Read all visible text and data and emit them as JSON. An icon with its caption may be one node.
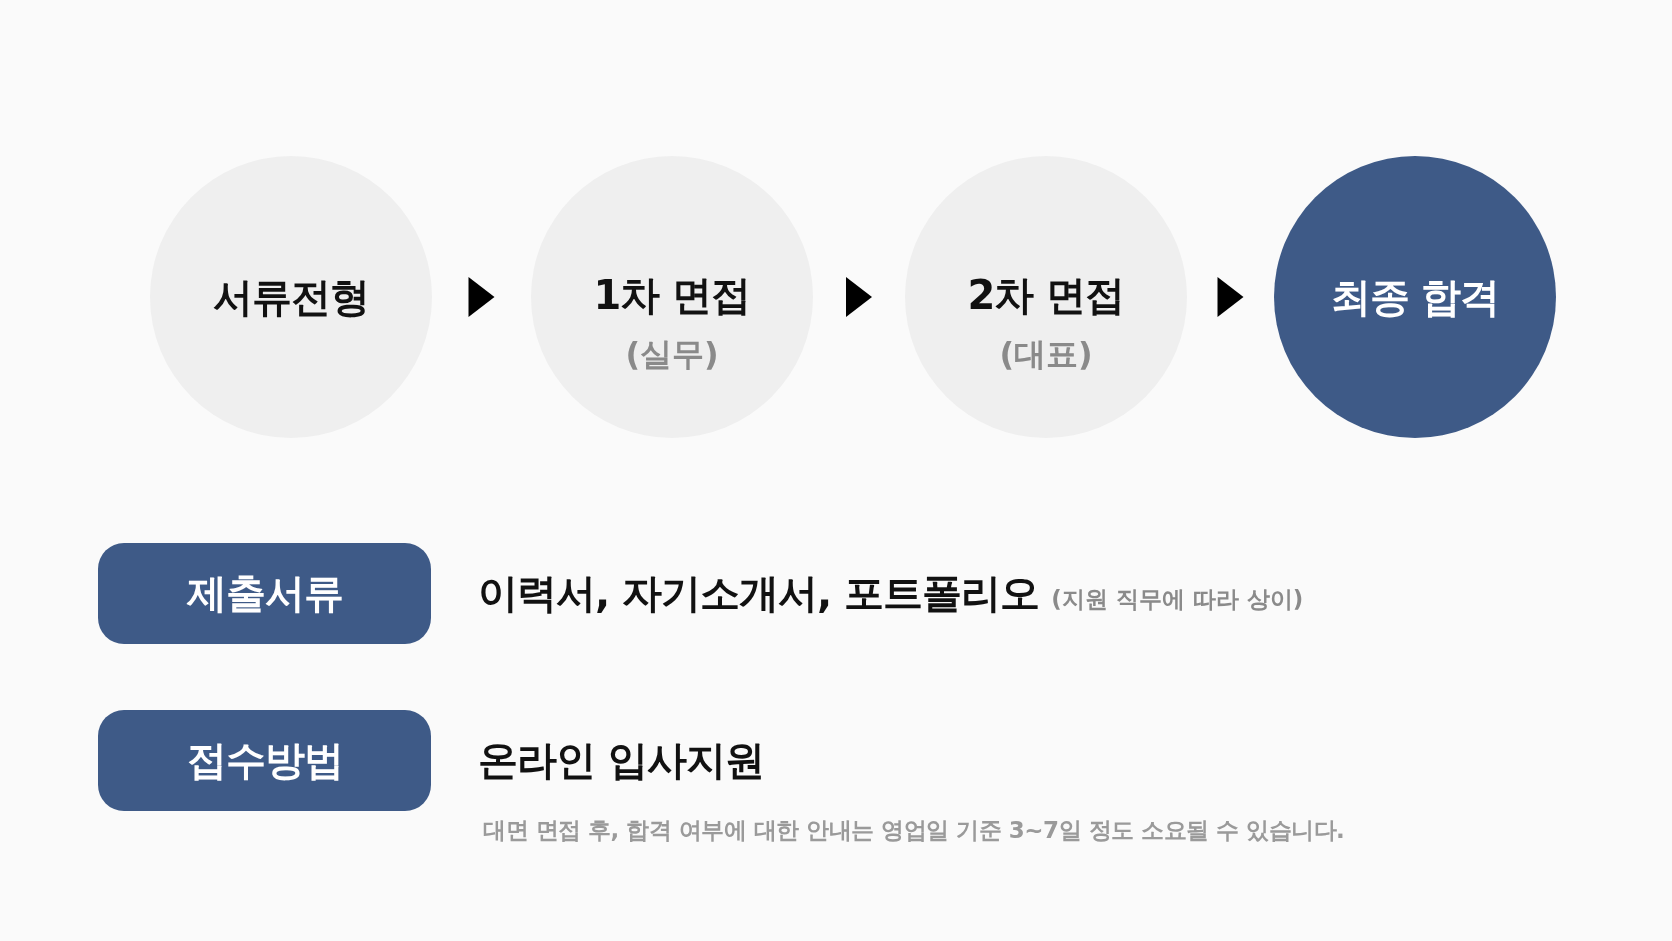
{
  "diagram": {
    "nodes": [
      {
        "text": [
          "서류전형"
        ]
      },
      {
        "text": [
          "1차 면접",
          "(실무)"
        ]
      },
      {
        "text": [
          "2차 면접",
          "(대표)"
        ]
      },
      {
        "text": [
          "최종 합격"
        ]
      },
      {
        "text": [
          "제출서류"
        ],
        "beside": [
          "이력서, 자기소개서, 포트폴리오",
          "(지원 직무에 따라 상이)"
        ]
      },
      {
        "text": [
          "접수방법"
        ],
        "beside": [
          "온라인 입사지원"
        ]
      }
    ],
    "edges": [
      {
        "from": 0,
        "to": 1,
        "arrow": "to"
      },
      {
        "from": 1,
        "to": 2,
        "arrow": "to"
      },
      {
        "from": 2,
        "to": 3,
        "arrow": "to"
      }
    ],
    "labels": [
      "대면 면접 후, 합격 여부에 대한 안내는 영업일 기준 3~7일 정도 소요될 수 있습니다."
    ]
  }
}
